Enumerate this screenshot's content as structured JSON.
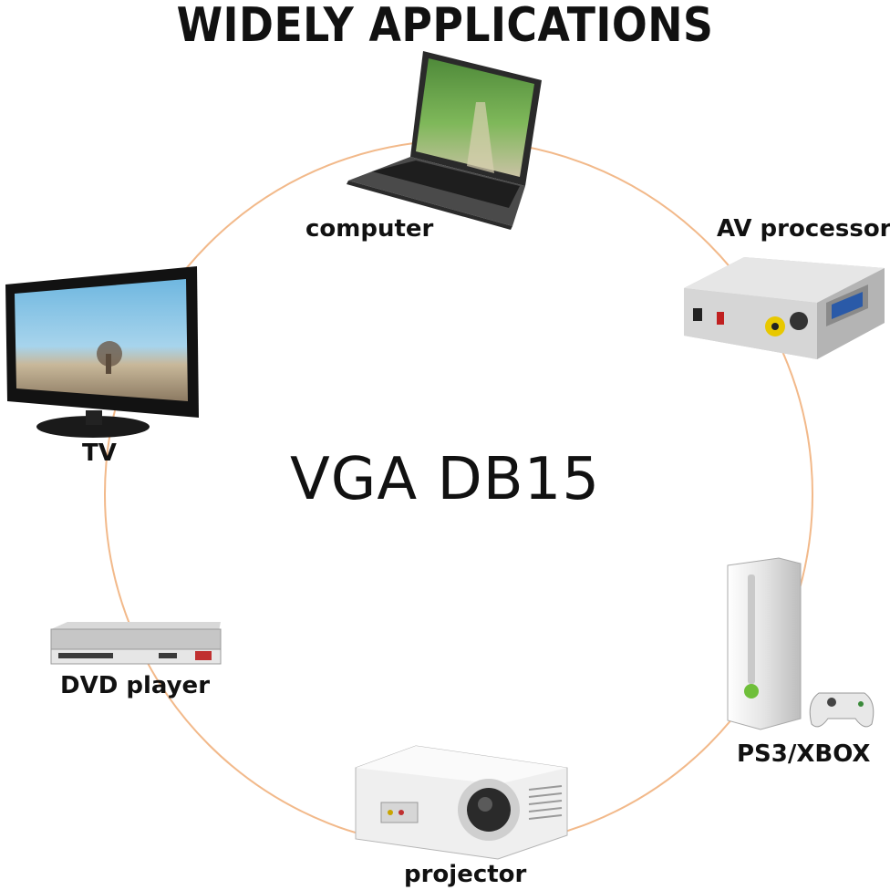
{
  "title": "WIDELY APPLICATIONS",
  "center_label": "VGA DB15",
  "ring_color": "#f2b98a",
  "devices": [
    {
      "label": "computer",
      "icon": "laptop-icon"
    },
    {
      "label": "AV processor",
      "icon": "vga-converter-box-icon"
    },
    {
      "label": "TV",
      "icon": "tv-icon"
    },
    {
      "label": "PS3/XBOX",
      "icon": "game-console-icon"
    },
    {
      "label": "DVD player",
      "icon": "dvd-player-icon"
    },
    {
      "label": "projector",
      "icon": "projector-icon"
    }
  ]
}
